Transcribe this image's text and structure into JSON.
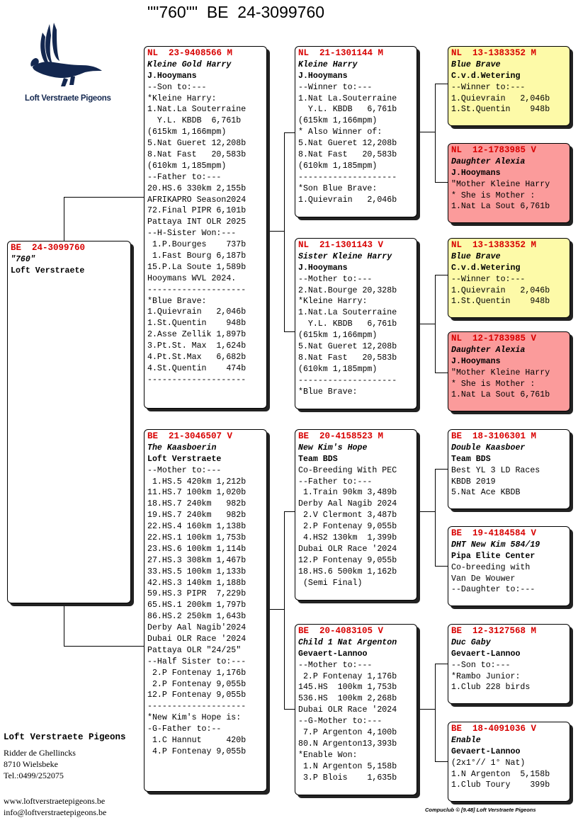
{
  "title": "\"\"760\"\"  BE  24-3099760",
  "logo_text": "Loft Verstraete Pigeons",
  "contact": {
    "name": "Loft Verstraete Pigeons",
    "street": "Ridder de Ghellincks",
    "city": "8710  Wielsbeke",
    "tel": "Tel.:0499/252075",
    "website": "www.loftverstraetepigeons.be",
    "email": "info@loftverstraetepigeons.be"
  },
  "credit": "Compuclub © [9.48]  Loft Verstraete Pigeons",
  "cards": {
    "subject": {
      "header": "BE  24-3099760",
      "name": "\"760\"",
      "owner": "Loft Verstraete",
      "lines": []
    },
    "sire": {
      "header": "NL  23-9408566 M",
      "name": "Kleine Gold Harry",
      "owner": "J.Hooymans",
      "lines": [
        "--Son to:---",
        "*Kleine Harry:",
        "1.Nat.La Souterraine",
        "  Y.L. KBDB  6,761b",
        "(615km 1,166mpm)",
        "5.Nat Gueret 12,208b",
        "8.Nat Fast   20,583b",
        "(610km 1,185mpm)",
        "--Father to:---",
        "20.HS.6 330km 2,155b",
        "AFRIKAPRO Season2024",
        "72.Final PIPR 6,101b",
        "Pattaya INT OLR 2025",
        "--H-Sister Won:---",
        " 1.P.Bourges    737b",
        " 1.Fast Bourg 6,187b",
        "15.P.La Soute 1,589b",
        "Hooymans WVL 2024.",
        "--------------------",
        "*Blue Brave:",
        "1.Quievrain   2,046b",
        "1.St.Quentin    948b",
        "2.Asse Zellik 1,897b",
        "3.Pt.St. Max  1,624b",
        "4.Pt.St.Max   6,682b",
        "4.St.Quentin    474b",
        "--------------------"
      ]
    },
    "dam": {
      "header": "BE  21-3046507 V",
      "name": "The Kaasboerin",
      "owner": "Loft Verstraete",
      "lines": [
        "--Mother to:---",
        " 1.HS.5 420km 1,212b",
        "11.HS.7 100km 1,020b",
        "18.HS.7 240km   982b",
        "19.HS.7 240km   982b",
        "22.HS.4 160km 1,138b",
        "22.HS.1 100km 1,753b",
        "23.HS.6 100km 1,114b",
        "27.HS.3 308km 1,467b",
        "33.HS.5 100km 1,133b",
        "42.HS.3 140km 1,188b",
        "59.HS.3 PIPR  7,229b",
        "65.HS.1 200km 1,797b",
        "86.HS.2 250km 1,643b",
        "Derby Aal Nagib'2024",
        "Dubai OLR Race '2024",
        "Pattaya OLR \"24/25\"",
        "--Half Sister to:---",
        " 2.P Fontenay 1,176b",
        " 2.P Fontenay 9,055b",
        "12.P Fontenay 9,055b",
        "--------------------",
        "*New Kim's Hope is:",
        "-G-Father to:--",
        " 1.C Hannut     420b",
        " 4.P Fontenay 9,055b"
      ]
    },
    "ss": {
      "header": "NL  21-1301144 M",
      "name": "Kleine Harry",
      "owner": "J.Hooymans",
      "lines": [
        "--Winner to:---",
        "1.Nat La.Souterraine",
        "  Y.L. KBDB   6,761b",
        "(615km 1,166mpm)",
        "* Also Winner of:",
        "5.Nat Gueret 12,208b",
        "8.Nat Fast   20,583b",
        "(610km 1,185mpm)",
        "--------------------",
        "*Son Blue Brave:",
        "1.Quievrain   2,046b"
      ]
    },
    "sd": {
      "header": "NL  21-1301143 V",
      "name": "Sister Kleine Harry",
      "owner": "J.Hooymans",
      "lines": [
        "--Mother to:---",
        "2.Nat.Bourge 20,328b",
        "*Kleine Harry:",
        "1.Nat.La Souterraine",
        "  Y.L. KBDB   6,761b",
        "(615km 1,166mpm)",
        "5.Nat Gueret 12,208b",
        "8.Nat Fast   20,583b",
        "(610km 1,185mpm)",
        "--------------------",
        "*Blue Brave:"
      ]
    },
    "ds": {
      "header": "BE  20-4158523 M",
      "name": "New Kim's Hope",
      "owner": "Team BDS",
      "lines": [
        "Co-Breeding With PEC",
        "--Father to:---",
        " 1.Train 90km 3,489b",
        "Derby Aal Nagib 2024",
        " 2.V Clermont 3,487b",
        " 2.P Fontenay 9,055b",
        " 4.HS2 130km  1,399b",
        "Dubai OLR Race '2024",
        "12.P Fontenay 9,055b",
        "18.HS.6 500km 1,162b",
        " (Semi Final)"
      ]
    },
    "dd": {
      "header": "BE  20-4083105 V",
      "name": "Child 1 Nat Argenton",
      "owner": "Gevaert-Lannoo",
      "lines": [
        "--Mother to:---",
        " 2.P Fontenay 1,176b",
        "145.HS  100km 1,753b",
        "536.HS  100km 2,268b",
        "Dubai OLR Race '2024",
        "--G-Mother to:---",
        " 7.P Argenton 4,100b",
        "80.N Argenton13,393b",
        "*Enable Won:",
        " 1.N Argenton 5,158b",
        " 3.P Blois    1,635b"
      ]
    },
    "sss": {
      "header": "NL  13-1383352 M",
      "name": "Blue Brave",
      "owner": "C.v.d.Wetering",
      "lines": [
        "--Winner to:---",
        "1.Quievrain   2,046b",
        "1.St.Quentin    948b"
      ]
    },
    "ssd": {
      "header": "NL  12-1783985 V",
      "name": "Daughter Alexia",
      "owner": "J.Hooymans",
      "lines": [
        "\"Mother Kleine Harry",
        "* She is Mother :",
        "1.Nat La Sout 6,761b"
      ]
    },
    "sds": {
      "header": "NL  13-1383352 M",
      "name": "Blue Brave",
      "owner": "C.v.d.Wetering",
      "lines": [
        "--Winner to:---",
        "1.Quievrain   2,046b",
        "1.St.Quentin    948b"
      ]
    },
    "sdd": {
      "header": "NL  12-1783985 V",
      "name": "Daughter Alexia",
      "owner": "J.Hooymans",
      "lines": [
        "\"Mother Kleine Harry",
        "* She is Mother :",
        "1.Nat La Sout 6,761b"
      ]
    },
    "dss": {
      "header": "BE  18-3106301 M",
      "name": "Double Kaasboer",
      "owner": "Team BDS",
      "lines": [
        "Best YL 3 LD Races",
        "KBDB 2019",
        "5.Nat Ace KBDB"
      ]
    },
    "dsd": {
      "header": "BE  19-4184584 V",
      "name": "DHT New Kim 584/19",
      "owner": "Pipa Elite Center",
      "lines": [
        "Co-breeding with",
        "Van De Wouwer",
        "--Daughter to:---"
      ]
    },
    "dds": {
      "header": "BE  12-3127568 M",
      "name": "Duc Gaby",
      "owner": "Gevaert-Lannoo",
      "lines": [
        "--Son to:---",
        "*Rambo Junior:",
        "1.Club 228 birds"
      ]
    },
    "ddd": {
      "header": "BE  18-4091036 V",
      "name": "Enable",
      "owner": "Gevaert-Lannoo",
      "lines": [
        "(2x1°// 1° Nat)",
        "1.N Argenton  5,158b",
        "1.Club Toury    399b"
      ]
    }
  }
}
